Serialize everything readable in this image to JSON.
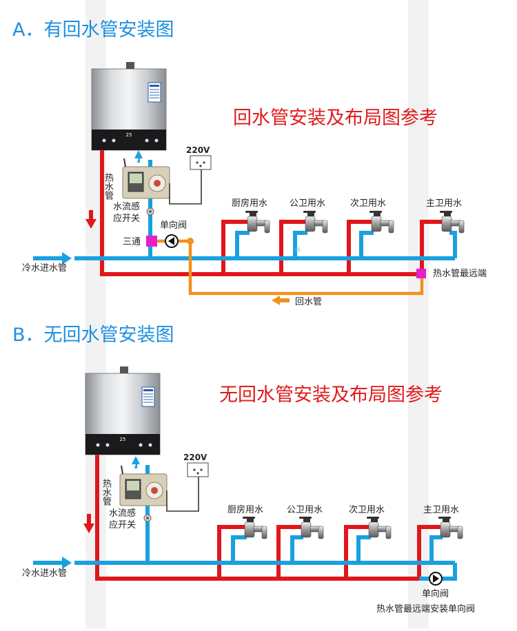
{
  "colors": {
    "hot_pipe": "#e0161b",
    "cold_pipe": "#1aa0e0",
    "return_pipe": "#f2911b",
    "tee_fitting": "#e61fc8",
    "section_title": "#1e8fe0",
    "subtitle": "#e01a1a",
    "band": "#f2f2f2"
  },
  "section_a": {
    "title": "A．有回水管安装图",
    "subtitle": "回水管安装及布局图参考",
    "power_label": "220V",
    "hot_pipe_label": "热水管",
    "flow_switch_label_1": "水流感",
    "flow_switch_label_2": "应开关",
    "check_valve_label": "单向阀",
    "tee_label": "三通",
    "cold_inlet_label": "冷水进水管",
    "far_end_label": "热水管最远端",
    "return_pipe_label": "回水管",
    "registered_mark": "®",
    "heater_display": "25",
    "taps": [
      "厨房用水",
      "公卫用水",
      "次卫用水",
      "主卫用水"
    ]
  },
  "section_b": {
    "title": "B．无回水管安装图",
    "subtitle": "无回水管安装及布局图参考",
    "power_label": "220V",
    "hot_pipe_label": "热水管",
    "flow_switch_label_1": "水流感",
    "flow_switch_label_2": "应开关",
    "cold_inlet_label": "冷水进水管",
    "check_valve_label": "单向阀",
    "far_end_note": "热水管最远端安装单向阀",
    "heater_display": "25",
    "taps": [
      "厨房用水",
      "公卫用水",
      "次卫用水",
      "主卫用水"
    ]
  }
}
